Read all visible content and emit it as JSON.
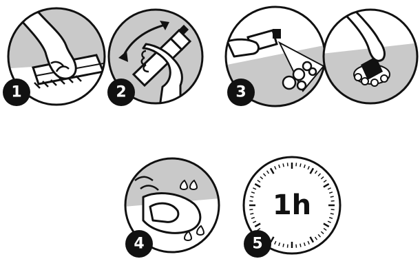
{
  "steps": [
    {
      "number": "1",
      "icon": "brush-icon"
    },
    {
      "number": "2",
      "icon": "spray-can-shake-icon"
    },
    {
      "number": "3",
      "icon": "spray-and-scrub-icon"
    },
    {
      "number": "4",
      "icon": "wipe-cloth-icon"
    },
    {
      "number": "5",
      "icon": "clock-icon"
    }
  ],
  "timer": {
    "label": "1h"
  },
  "colors": {
    "ink": "#111111",
    "panel_gray": "#c9c9c9",
    "paper": "#ffffff"
  }
}
